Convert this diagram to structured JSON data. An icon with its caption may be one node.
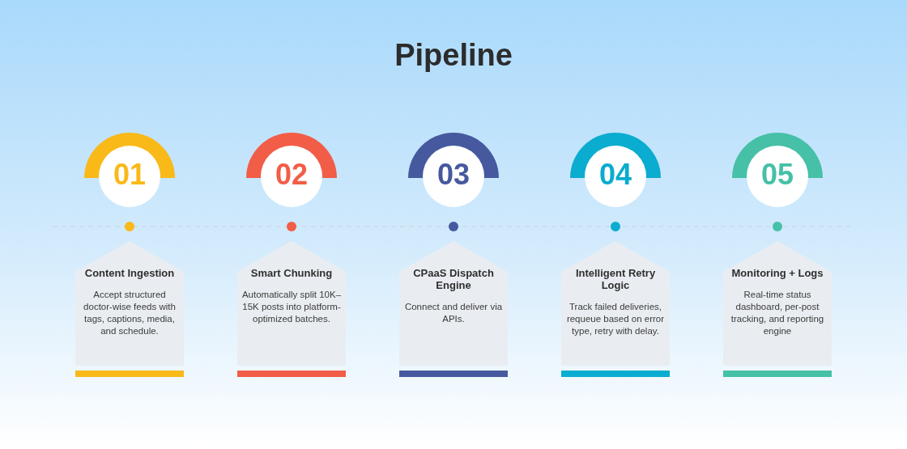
{
  "diagram": {
    "title": "Pipeline",
    "nodes": [
      {
        "text": [
          "01"
        ]
      },
      {
        "text": [
          "Content Ingestion",
          "Accept structured doctor-wise feeds with tags, captions, media, and schedule."
        ]
      },
      {
        "text": [
          "02"
        ]
      },
      {
        "text": [
          "Smart Chunking",
          "Automatically split 10K–15K posts into platform-optimized batches."
        ]
      },
      {
        "text": [
          "03"
        ]
      },
      {
        "text": [
          "CPaaS Dispatch Engine",
          "Connect and deliver via APIs."
        ]
      },
      {
        "text": [
          "04"
        ]
      },
      {
        "text": [
          "Intelligent Retry Logic",
          "Track failed deliveries, requeue based on error type, retry with delay."
        ]
      },
      {
        "text": [
          "05"
        ]
      },
      {
        "text": [
          "Monitoring + Logs",
          "Real-time status dashboard, per-post tracking, and reporting engine"
        ]
      }
    ]
  }
}
